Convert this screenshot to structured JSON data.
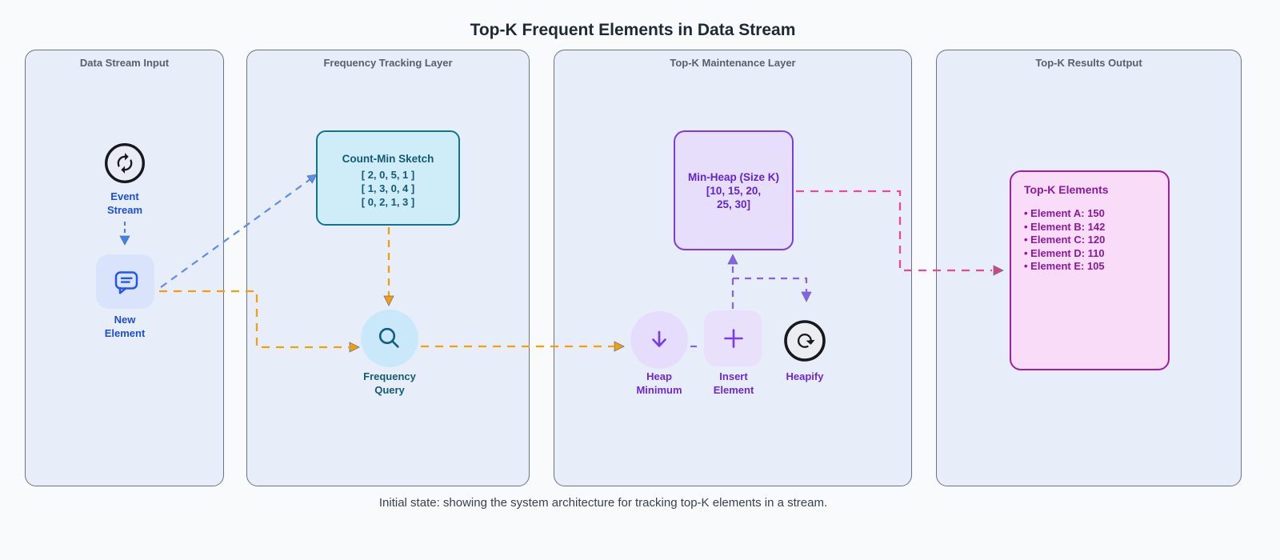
{
  "title": "Top-K Frequent Elements in Data Stream",
  "caption": "Initial state: showing the system architecture for tracking top-K elements in a stream.",
  "panels": [
    {
      "label": "Data Stream Input"
    },
    {
      "label": "Frequency Tracking Layer"
    },
    {
      "label": "Top-K Maintenance Layer"
    },
    {
      "label": "Top-K Results Output"
    }
  ],
  "nodes": {
    "event_stream": {
      "line1": "Event",
      "line2": "Stream",
      "icon": "sync-icon"
    },
    "new_element": {
      "line1": "New",
      "line2": "Element",
      "icon": "chat-bubble-icon"
    },
    "count_min_sketch": {
      "title": "Count-Min Sketch",
      "rows": [
        "[ 2, 0, 5, 1 ]",
        "[ 1, 3, 0, 4 ]",
        "[ 0, 2, 1, 3 ]"
      ]
    },
    "frequency_query": {
      "line1": "Frequency",
      "line2": "Query",
      "icon": "search-icon"
    },
    "min_heap": {
      "title": "Min-Heap (Size K)",
      "line2": "[10, 15, 20,",
      "line3": "25, 30]"
    },
    "heap_minimum": {
      "line1": "Heap",
      "line2": "Minimum",
      "icon": "arrow-down-icon"
    },
    "insert_element": {
      "line1": "Insert",
      "line2": "Element",
      "icon": "plus-icon"
    },
    "heapify": {
      "label": "Heapify",
      "icon": "refresh-icon"
    },
    "topk_elements": {
      "title": "Top-K Elements",
      "items": [
        "Element A: 150",
        "Element B: 142",
        "Element C: 120",
        "Element D: 110",
        "Element E: 105"
      ]
    }
  },
  "colors": {
    "page_bg": "#f8fafc",
    "panel_bg": "#e8eef9",
    "panel_border": "#6b7280",
    "blue_label": "#1d4ed8",
    "edge_blue": "#5b8cf0",
    "edge_blue_small": "#3b82f6",
    "edge_orange": "#f59e0b",
    "edge_purple": "#8b5cf6",
    "edge_pink": "#ec4899",
    "cyan_fill": "#cfecf9",
    "cyan_border": "#0e7490",
    "teal_text": "#135a72",
    "purple_fill": "#e7defc",
    "purple_border": "#7c3aed",
    "purple_text": "#6d28d9",
    "pink_fill": "#f8dcf8",
    "pink_border": "#a21caf",
    "pink_text": "#8b199b"
  }
}
